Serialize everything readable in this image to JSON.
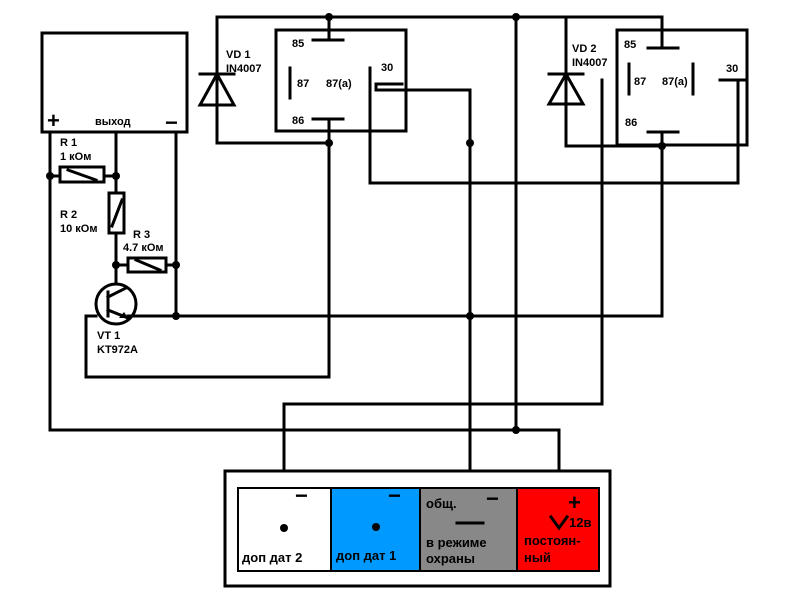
{
  "module": {
    "output_label": "выход",
    "plus": "+",
    "minus": "−"
  },
  "resistors": {
    "r1": {
      "name": "R 1",
      "value": "1 кОм"
    },
    "r2": {
      "name": "R 2",
      "value": "10 кОм"
    },
    "r3": {
      "name": "R 3",
      "value": "4.7 кОм"
    }
  },
  "transistor": {
    "name": "VT 1",
    "part": "KT972A"
  },
  "diodes": {
    "vd1": {
      "name": "VD 1",
      "part": "IN4007"
    },
    "vd2": {
      "name": "VD 2",
      "part": "IN4007"
    }
  },
  "relay1": {
    "p85": "85",
    "p86": "86",
    "p87": "87",
    "p87a": "87(a)",
    "p30": "30"
  },
  "relay2": {
    "p85": "85",
    "p86": "86",
    "p87": "87",
    "p87a": "87(a)",
    "p30": "30"
  },
  "terminals": [
    {
      "sign": "−",
      "label": "доп дат  2",
      "color": "#ffffff"
    },
    {
      "sign": "−",
      "label": "доп дат 1",
      "color": "#0099ff"
    },
    {
      "sign": "−",
      "top": "общ.",
      "label1": "в режиме",
      "label2": "охраны",
      "color": "#888888"
    },
    {
      "sign": "+",
      "top": "12в",
      "label1": "постоян-",
      "label2": "ный",
      "color": "#ff0000"
    }
  ]
}
